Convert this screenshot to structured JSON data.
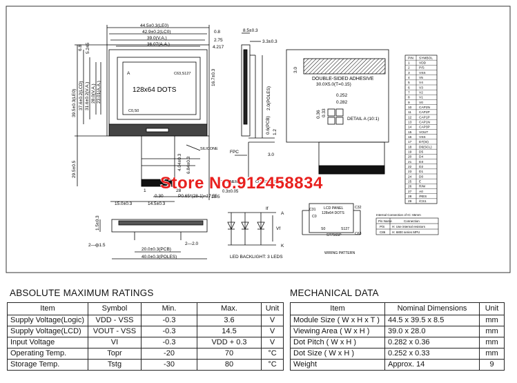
{
  "drawing": {
    "dims_top": [
      "44.5±0.3(LE0)",
      "42.9±0.2(LC0)",
      "39.0(V.A.)",
      "36.07(A.A.)",
      "0.8",
      "2.75",
      "4.217"
    ],
    "dims_left": [
      "6.8",
      "5.245",
      "39.5±0.3(LE0)",
      "37.6±0.2(LCD)",
      "31.6±0.2(V.A.)",
      "28.0(V.A.)",
      "23.01(A.A.)"
    ],
    "display_text": "128x64 DOTS",
    "corner_a": "A",
    "corner_c0s127": "C63,S127",
    "corner_c0s0": "C0,S0",
    "dim_16": "16.7±0.3",
    "silicone": "SILICONE",
    "dim_29": "29.5±0.5",
    "dim_4_04": "4.04±0.3",
    "dim_6_84": "6.84±0.3",
    "pin_1": "1",
    "pin_28": "28",
    "dim_0_30": "0.30",
    "dim_pitch": "P0.65*(28-1)=17.55",
    "dim_15": "15.0±0.3",
    "dim_14_5": "14.5±0.3",
    "dim_13_5": "13.5",
    "side_top": "8.5±0.3",
    "side_3_3": "3.3±0.3",
    "side_poles": "2.0(POLES)",
    "side_pcb": "0.6(PCB)",
    "side_1_2": "1.2",
    "side_fpc": "FPC",
    "side_3_0": "3.0",
    "side_stiffener": "STIFFENER",
    "side_contact": "CONTACT SIDE",
    "side_0_3": "0.3±0.05",
    "back_3_0": "3.0",
    "back_adhesive": "DOUBLE-SIDED ADHESIVE",
    "back_adhesive_dim": "30.0X5.0(T=0.15)",
    "detail_0252": "0.252",
    "detail_0282": "0.282",
    "detail_036": "0.36",
    "detail_033": "0.33",
    "detail_label": "DETAIL A (10:1)",
    "front_1_5": "1.5±0.3",
    "front_2_1_5": "2—ф1.5",
    "front_20": "20.0±0.3(PCB)",
    "front_2_2": "2—2.0",
    "front_40": "40.0±0.3(POLES)",
    "led_if": "If",
    "led_a": "A",
    "led_k": "K",
    "led_vf": "Vf",
    "led_caption": "LED BACKLIGHT: 3 LEDS",
    "wp_c31": "C31",
    "wp_c32": "C32",
    "wp_c0": "C0",
    "wp_c63": "C63",
    "wp_s0": "S0",
    "wp_s127": "S127",
    "wp_panel1": "LCD PANEL",
    "wp_panel2": "128x64  DOTS",
    "wp_ic": "ST7565P",
    "wp_caption": "WIRING PATTERN",
    "pin_header": [
      "PIN",
      "SYMBOL"
    ],
    "pins": [
      [
        "1",
        "VDD"
      ],
      [
        "2",
        "P/S"
      ],
      [
        "3",
        "VSS"
      ],
      [
        "4",
        "V5"
      ],
      [
        "5",
        "V4"
      ],
      [
        "6",
        "V3"
      ],
      [
        "7",
        "V2"
      ],
      [
        "8",
        "V1"
      ],
      [
        "9",
        "V0"
      ],
      [
        "10",
        "CAP2N"
      ],
      [
        "11",
        "CAP2P"
      ],
      [
        "12",
        "CAP1P"
      ],
      [
        "13",
        "CAP1N"
      ],
      [
        "14",
        "CAP3P"
      ],
      [
        "15",
        "VOUT"
      ],
      [
        "16",
        "VSS"
      ],
      [
        "17",
        "D7(SI)"
      ],
      [
        "18",
        "D6(SCL)"
      ],
      [
        "19",
        "D5"
      ],
      [
        "20",
        "D4"
      ],
      [
        "21",
        "D3"
      ],
      [
        "22",
        "D2"
      ],
      [
        "23",
        "D1"
      ],
      [
        "24",
        "D0"
      ],
      [
        "25",
        "E"
      ],
      [
        "26",
        "R/W"
      ],
      [
        "27",
        "A0"
      ],
      [
        "28",
        "/RES"
      ],
      [
        "29",
        "/CS1"
      ]
    ],
    "ic_note": "Internal Connection of IC: 65mm",
    "ic_table": [
      [
        "Pin Name",
        "Connection"
      ],
      [
        "P/S",
        "H: Use internal resistors"
      ],
      [
        "C86",
        "H: 6800 series MPU"
      ]
    ]
  },
  "watermark": "Store No.912458834",
  "abs_max": {
    "title": "ABSOLUTE MAXIMUM RATINGS",
    "headers": [
      "Item",
      "Symbol",
      "Min.",
      "Max.",
      "Unit"
    ],
    "rows": [
      [
        "Supply Voltage(Logic)",
        "VDD - VSS",
        "-0.3",
        "3.6",
        "V"
      ],
      [
        "Supply Voltage(LCD)",
        "VOUT - VSS",
        "-0.3",
        "14.5",
        "V"
      ],
      [
        "Input  Voltage",
        "VI",
        "-0.3",
        "VDD + 0.3",
        "V"
      ],
      [
        "Operating Temp.",
        "Topr",
        "-20",
        "70",
        "°C"
      ],
      [
        "Storage Temp.",
        "Tstg",
        "-30",
        "80",
        "°C"
      ]
    ]
  },
  "mech": {
    "title": "MECHANICAL DATA",
    "headers": [
      "Item",
      "Nominal Dimensions",
      "Unit"
    ],
    "rows": [
      [
        "Module Size ( W x H x T )",
        "44.5 x 39.5 x 8.5",
        "mm"
      ],
      [
        "Viewing Area ( W x H )",
        "39.0 x 28.0",
        "mm"
      ],
      [
        "Dot Pitch ( W x H )",
        "0.282 x 0.36",
        "mm"
      ],
      [
        "Dot Size ( W x H )",
        "0.252 x 0.33",
        "mm"
      ],
      [
        "Weight",
        "Approx.  14",
        "9"
      ]
    ]
  }
}
